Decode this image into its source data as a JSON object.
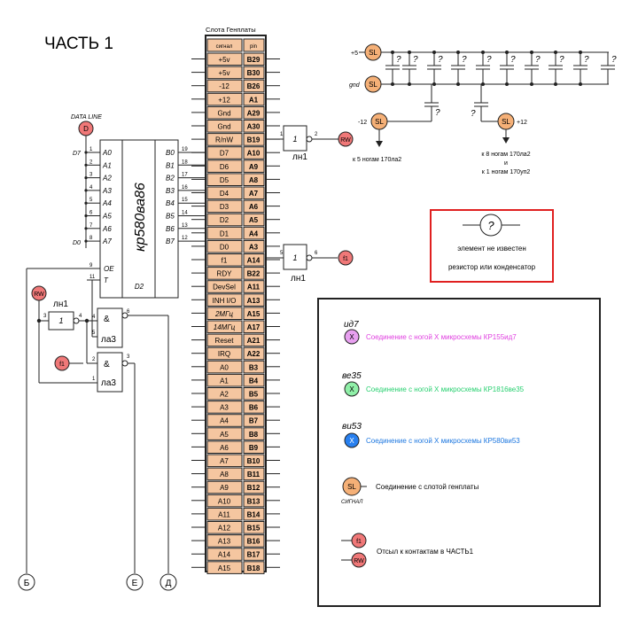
{
  "title": "ЧАСТЬ 1",
  "slot": {
    "title": "Слота Генплаты",
    "col_signal": "сигнал",
    "col_pin": "pin",
    "rows": [
      {
        "s": "+5v",
        "p": "B29",
        "it": false
      },
      {
        "s": "+5v",
        "p": "B30",
        "it": false
      },
      {
        "s": "-12",
        "p": "B26",
        "it": false
      },
      {
        "s": "+12",
        "p": "A1",
        "it": false
      },
      {
        "s": "Gnd",
        "p": "A29",
        "it": false
      },
      {
        "s": "Gnd",
        "p": "A30",
        "it": false
      },
      {
        "s": "R/nW",
        "p": "B19",
        "it": false
      },
      {
        "s": "D7",
        "p": "A10",
        "it": false
      },
      {
        "s": "D6",
        "p": "A9",
        "it": false
      },
      {
        "s": "D5",
        "p": "A8",
        "it": false
      },
      {
        "s": "D4",
        "p": "A7",
        "it": false
      },
      {
        "s": "D3",
        "p": "A6",
        "it": false
      },
      {
        "s": "D2",
        "p": "A5",
        "it": false
      },
      {
        "s": "D1",
        "p": "A4",
        "it": false
      },
      {
        "s": "D0",
        "p": "A3",
        "it": false
      },
      {
        "s": "f1",
        "p": "A14",
        "it": false
      },
      {
        "s": "RDY",
        "p": "B22",
        "it": false
      },
      {
        "s": "DevSel",
        "p": "A11",
        "it": false
      },
      {
        "s": "INH I/O",
        "p": "A13",
        "it": false
      },
      {
        "s": "2МГц",
        "p": "A15",
        "it": true
      },
      {
        "s": "14МГц",
        "p": "A17",
        "it": true
      },
      {
        "s": "Reset",
        "p": "A21",
        "it": false
      },
      {
        "s": "IRQ",
        "p": "A22",
        "it": false
      },
      {
        "s": "A0",
        "p": "B3",
        "it": false
      },
      {
        "s": "A1",
        "p": "B4",
        "it": false
      },
      {
        "s": "A2",
        "p": "B5",
        "it": false
      },
      {
        "s": "A3",
        "p": "B6",
        "it": false
      },
      {
        "s": "A4",
        "p": "B7",
        "it": false
      },
      {
        "s": "A5",
        "p": "B8",
        "it": false
      },
      {
        "s": "A6",
        "p": "B9",
        "it": false
      },
      {
        "s": "A7",
        "p": "B10",
        "it": false
      },
      {
        "s": "A8",
        "p": "B11",
        "it": false
      },
      {
        "s": "A9",
        "p": "B12",
        "it": false
      },
      {
        "s": "A10",
        "p": "B13",
        "it": false
      },
      {
        "s": "A11",
        "p": "B14",
        "it": false
      },
      {
        "s": "A12",
        "p": "B15",
        "it": false
      },
      {
        "s": "A13",
        "p": "B16",
        "it": false
      },
      {
        "s": "A14",
        "p": "B17",
        "it": false
      },
      {
        "s": "A15",
        "p": "B18",
        "it": false
      }
    ]
  },
  "chip": {
    "name": "кр580ва86",
    "ref": "D2",
    "left_pins": [
      "1",
      "2",
      "3",
      "4",
      "5",
      "6",
      "7",
      "8"
    ],
    "left_labels": [
      "A0",
      "A1",
      "A2",
      "A3",
      "A4",
      "A5",
      "A6",
      "A7"
    ],
    "right_pins": [
      "19",
      "18",
      "17",
      "16",
      "15",
      "14",
      "13",
      "12"
    ],
    "right_labels": [
      "B0",
      "B1",
      "B2",
      "B3",
      "B4",
      "B5",
      "B6",
      "B7"
    ],
    "ctl_pins": [
      "9",
      "11"
    ],
    "ctl_labels": [
      "OE",
      "T"
    ],
    "data_line": "DATA LINE",
    "d_label": "D",
    "d7": "D7",
    "d0": "D0"
  },
  "gates": {
    "inv_sym": "1",
    "inv_name": "лн1",
    "and_sym": "&",
    "and_name": "ла3",
    "inv_rw_pins": [
      "1",
      "2"
    ],
    "inv_f1_pins": [
      "5",
      "6"
    ],
    "inv_left_pins": [
      "3",
      "4"
    ],
    "and1_pins": [
      "4",
      "5",
      "6"
    ],
    "and2_pins": [
      "2",
      "1",
      "3"
    ]
  },
  "circles": {
    "rw": "RW",
    "f1": "f1",
    "sl": "SL",
    "x": "X"
  },
  "power": {
    "p5": "+5",
    "gnd": "gnd",
    "m12": "-12",
    "p12": "+12",
    "q": "?",
    "note_m12": "к 5 ногам 170ла2",
    "note_p12_1": "к 8 ногам 170ла2",
    "note_p12_2": "и",
    "note_p12_3": "к 1 ногам 170уп2"
  },
  "unknown_box": {
    "line1": "элемент не известен",
    "line2": "резистор или конденсатор"
  },
  "legend": {
    "id7_tag": "ид7",
    "id7_text": "Соединение с ногой X микросхемы КР155ид7",
    "ve35_tag": "ве35",
    "ve35_text": "Соединение с ногой X микросхемы КР1816ве35",
    "vi53_tag": "ви53",
    "vi53_text": "Соединение с ногой X микросхемы КР580ви53",
    "sl_text": "Соединение с слотой генплаты",
    "sl_sub": "СИГНАЛ",
    "ref_text": "Отсыл к контактам в ЧАСТЬ1"
  },
  "offpage": [
    "Б",
    "Е",
    "Д"
  ],
  "colors": {
    "slot_fill": "#f5c6a0",
    "circle_red": "#f07878",
    "circle_orange": "#f5b077",
    "magenta": "#e040e0",
    "violet_fill": "#e8a0f0",
    "green": "#28d070",
    "green_fill": "#90f0a8",
    "blue": "#1e78e0",
    "blue_fill": "#2880f0",
    "box_red": "#e02020"
  }
}
